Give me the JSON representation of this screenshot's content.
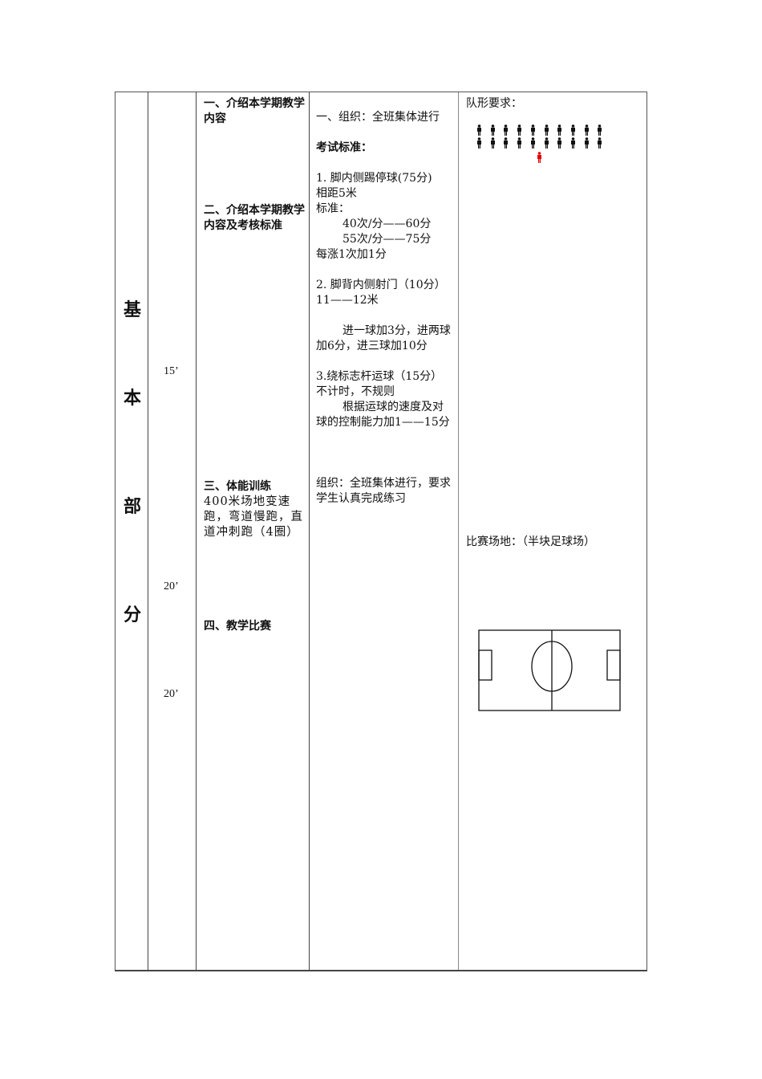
{
  "section": {
    "chars": [
      "基",
      "本",
      "部",
      "分"
    ]
  },
  "times": [
    "15’",
    "20’",
    "20’"
  ],
  "content": {
    "item1": "一、介绍本学期教学内容",
    "item2": "二、介绍本学期教学内容及考核标准",
    "item3_title": "三、体能训练",
    "item3_body": "400米场地变速跑，弯道慢跑，直道冲刺跑（4圈）",
    "item4": "四、教学比赛"
  },
  "organization": {
    "org1": "一、组织：全班集体进行",
    "exam_title": "考试标准：",
    "s1_title": "1. 脚内侧踢停球(75分)",
    "s1_distance": "相距5米",
    "s1_std_label": "标准：",
    "s1_std_1": "40次/分——60分",
    "s1_std_2": "55次/分——75分",
    "s1_extra": "每涨1次加1分",
    "s2_title": "2. 脚背内侧射门（10分）  11——12米",
    "s2_body": "进一球加3分，进两球加6分，进三球加10分",
    "s3_title": "3.绕标志杆运球（15分）不计时，不规则",
    "s3_body": "根据运球的速度及对球的控制能力加1——15分",
    "org2": "组织：全班集体进行，要求学生认真完成练习"
  },
  "diagrams": {
    "formation_label": "队形要求：",
    "formation": {
      "rows": 2,
      "per_row": 10,
      "teacher_color": "#e00000",
      "student_color": "#111111"
    },
    "field_label": "比赛场地：（半块足球场）"
  }
}
